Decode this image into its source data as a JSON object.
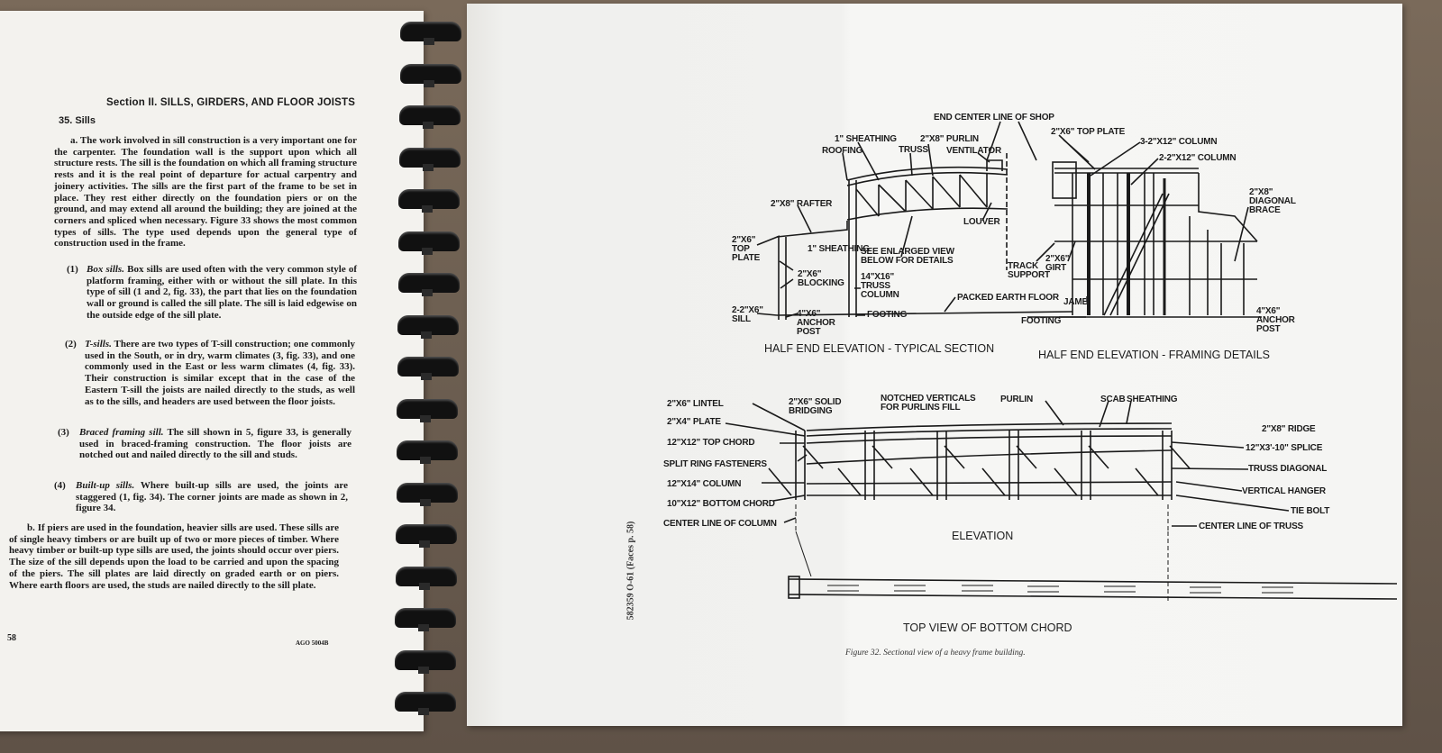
{
  "left_page": {
    "section_heading": "Section II. SILLS, GIRDERS, AND FLOOR JOISTS",
    "subheading": "35. Sills",
    "para_a": "a. The work involved in sill construction is a very important one for the carpenter. The foundation wall is the support upon which all structure rests. The sill is the foundation on which all framing structure rests and it is the real point of departure for actual carpentry and joinery activities. The sills are the first part of the frame to be set in place. They rest either directly on the foundation piers or on the ground, and may extend all around the building; they are joined at the corners and spliced when necessary. Figure 33 shows the most common types of sills. The type used depends upon the general type of construction used in the frame.",
    "items": [
      {
        "num": "(1)",
        "title": "Box sills.",
        "text": "Box sills are used often with the very common style of platform framing, either with or without the sill plate. In this type of sill (1 and 2, fig. 33), the part that lies on the foundation wall or ground is called the sill plate. The sill is laid edgewise on the outside edge of the sill plate."
      },
      {
        "num": "(2)",
        "title": "T-sills.",
        "text": "There are two types of T-sill construction; one commonly used in the South, or in dry, warm climates (3, fig. 33), and one commonly used in the East or less warm climates (4, fig. 33). Their construction is similar except that in the case of the Eastern T-sill the joists are nailed directly to the studs, as well as to the sills, and headers are used between the floor joists."
      },
      {
        "num": "(3)",
        "title": "Braced framing sill.",
        "text": "The sill shown in 5, figure 33, is generally used in braced-framing construction. The floor joists are notched out and nailed directly to the sill and studs."
      },
      {
        "num": "(4)",
        "title": "Built-up sills.",
        "text": "Where built-up sills are used, the joints are staggered (1, fig. 34). The corner joints are made as shown in 2, figure 34."
      }
    ],
    "para_b": "b. If piers are used in the foundation, heavier sills are used. These sills are of single heavy timbers or are built up of two or more pieces of timber. Where heavy timber or built-up type sills are used, the joints should occur over piers. The size of the sill depends upon the load to be carried and upon the spacing of the piers. The sill plates are laid directly on graded earth or on piers. Where earth floors are used, the studs are nailed directly to the sill plate.",
    "page_number": "58",
    "footer_code": "AGO 5004B"
  },
  "right_page": {
    "side_note": "582359 O-61 (Faces p. 58)",
    "typical_section": {
      "title": "HALF END ELEVATION - TYPICAL SECTION",
      "labels": [
        "END CENTER LINE OF SHOP",
        "1\" SHEATHING",
        "2\"X8\" PURLIN",
        "ROOFING",
        "TRUSS",
        "VENTILATOR",
        "2\"X8\" RAFTER",
        "LOUVER",
        "2\"X6\"\nTOP\nPLATE",
        "1\" SHEATHING",
        "SEE ENLARGED VIEW\nBELOW FOR DETAILS",
        "2\"X6\"\nBLOCKING",
        "14\"X16\"\nTRUSS\nCOLUMN",
        "PACKED EARTH FLOOR",
        "2-2\"X6\"\nSILL",
        "4\"X6\"\nANCHOR\nPOST",
        "FOOTING"
      ]
    },
    "framing_details": {
      "title": "HALF END ELEVATION - FRAMING DETAILS",
      "labels": [
        "2\"X6\" TOP PLATE",
        "3-2\"X12\" COLUMN",
        "2-2\"X12\" COLUMN",
        "2\"X8\"\nDIAGONAL\nBRACE",
        "TRACK\nSUPPORT",
        "2\"X6\"\nGIRT",
        "JAMB",
        "FOOTING",
        "4\"X6\"\nANCHOR\nPOST"
      ]
    },
    "elevation": {
      "title": "ELEVATION",
      "labels": [
        "2\"X6\" LINTEL",
        "2\"X6\" SOLID\nBRIDGING",
        "NOTCHED VERTICALS\nFOR PURLINS FILL",
        "PURLIN",
        "SCAB",
        "SHEATHING",
        "2\"X4\" PLATE",
        "2\"X8\" RIDGE",
        "12\"X12\" TOP CHORD",
        "12\"X3'-10\" SPLICE",
        "SPLIT RING FASTENERS",
        "TRUSS DIAGONAL",
        "12\"X14\" COLUMN",
        "VERTICAL HANGER",
        "10\"X12\" BOTTOM CHORD",
        "TIE BOLT",
        "CENTER LINE OF COLUMN",
        "CENTER LINE OF TRUSS"
      ]
    },
    "bottom_chord_title": "TOP VIEW OF BOTTOM CHORD",
    "caption": "Figure 32. Sectional view of a heavy frame building."
  }
}
